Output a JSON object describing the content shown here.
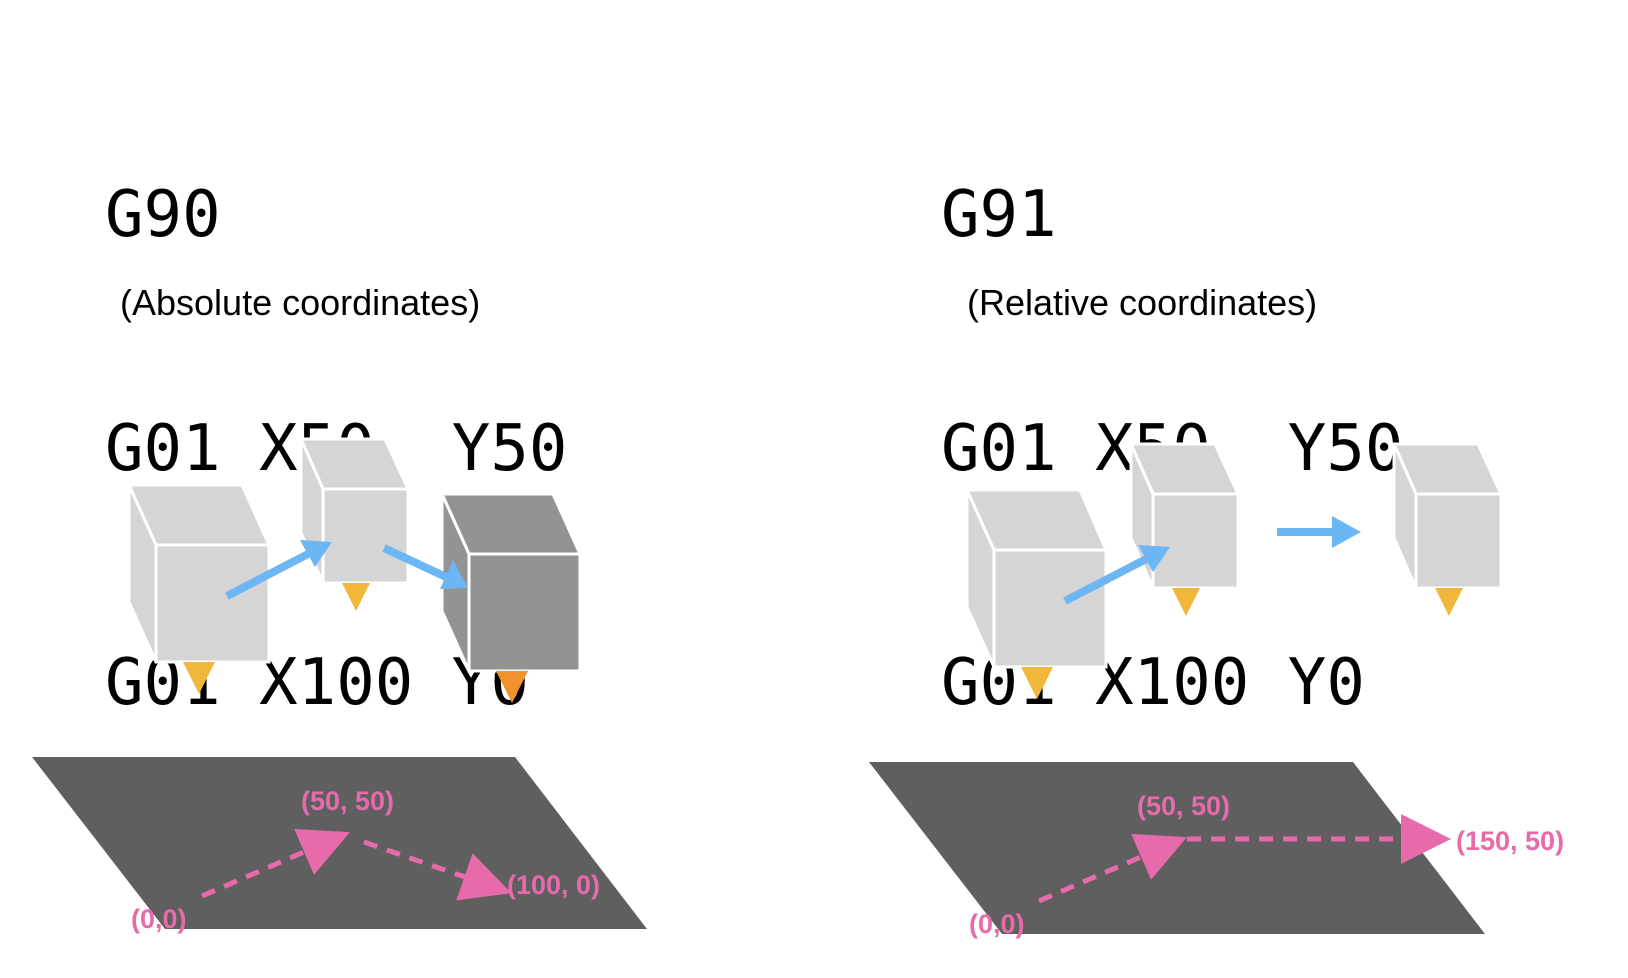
{
  "colors": {
    "bed": "#5f5f5f",
    "cube_light": "#d5d5d5",
    "cube_dark": "#939393",
    "nozzle": "#f0b83a",
    "nozzle_active": "#f0922e",
    "head_arrow": "#6cb6f4",
    "path": "#e76aaa",
    "edge": "#ffffff"
  },
  "absolute": {
    "code_lines": [
      "G90",
      "G01 X50  Y50",
      "G01 X100 Y0"
    ],
    "caption": "(Absolute coordinates)",
    "points": [
      "(0,0)",
      "(50, 50)",
      "(100, 0)"
    ]
  },
  "relative": {
    "code_lines": [
      "G91",
      "G01 X50  Y50",
      "G01 X100 Y0"
    ],
    "caption": "(Relative coordinates)",
    "points": [
      "(0,0)",
      "(50, 50)",
      "(150, 50)"
    ]
  }
}
